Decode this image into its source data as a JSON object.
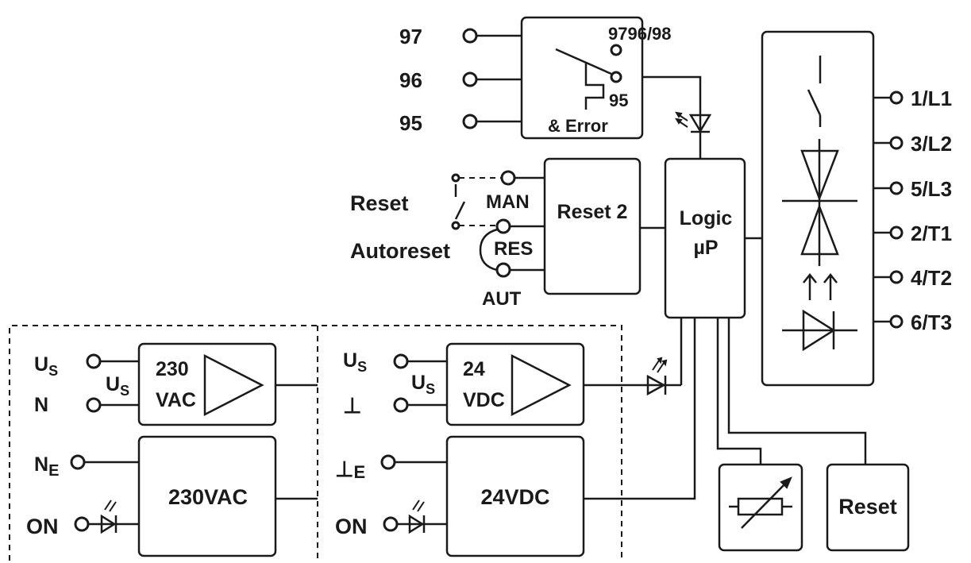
{
  "relay": {
    "terminals": [
      "97",
      "96",
      "95"
    ],
    "inner_top": "9796/98",
    "inner_mid": "95",
    "inner_bottom": "& Error"
  },
  "reset_section": {
    "reset_label": "Reset",
    "autoreset_label": "Autoreset",
    "man": "MAN",
    "res": "RES",
    "aut": "AUT",
    "box_label": "Reset 2"
  },
  "logic": {
    "line1": "Logic",
    "line2": "µP"
  },
  "outputs": [
    "1/L1",
    "3/L2",
    "5/L3",
    "2/T1",
    "4/T2",
    "6/T3"
  ],
  "supply_230": {
    "us": "U",
    "us_sub": "S",
    "n": "N",
    "us_inner": "U",
    "us_inner_sub": "S",
    "box_line1": "230",
    "box_line2": "VAC",
    "ne": "N",
    "ne_sub": "E",
    "on": "ON",
    "box2": "230VAC"
  },
  "supply_24": {
    "us": "U",
    "us_sub": "S",
    "gnd": "⊥",
    "us_inner": "U",
    "us_inner_sub": "S",
    "box_line1": "24",
    "box_line2": "VDC",
    "gnd_e": "⊥",
    "gnd_e_sub": "E",
    "on": "ON",
    "box2": "24VDC"
  },
  "reset_box": "Reset"
}
